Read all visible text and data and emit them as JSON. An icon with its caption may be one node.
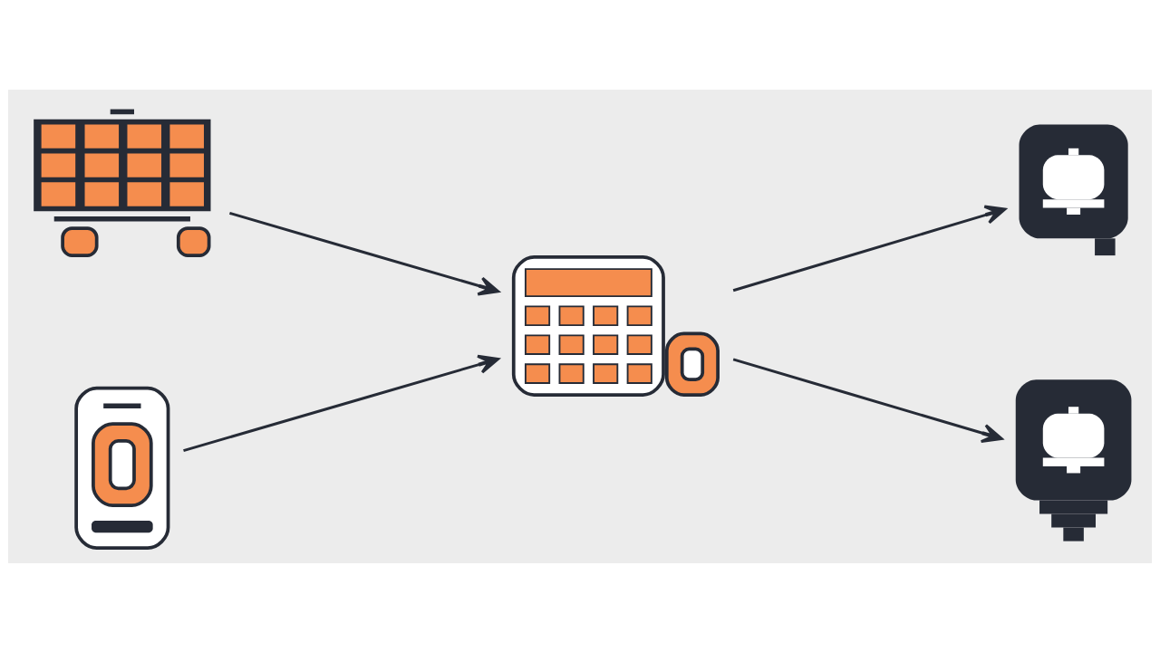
{
  "diagram": {
    "nodes": [
      {
        "text": [],
        "shape": "picture"
      },
      {
        "text": [],
        "shape": "picture"
      },
      {
        "text": [],
        "shape": "picture"
      },
      {
        "text": [],
        "shape": "picture"
      },
      {
        "text": [],
        "shape": "picture"
      }
    ],
    "edges": [
      {
        "from": 0,
        "to": 2,
        "arrow": "to"
      },
      {
        "from": 1,
        "to": 2,
        "arrow": "to"
      },
      {
        "from": 2,
        "to": 3,
        "arrow": "to"
      },
      {
        "from": 2,
        "to": 4,
        "arrow": "to"
      }
    ]
  }
}
